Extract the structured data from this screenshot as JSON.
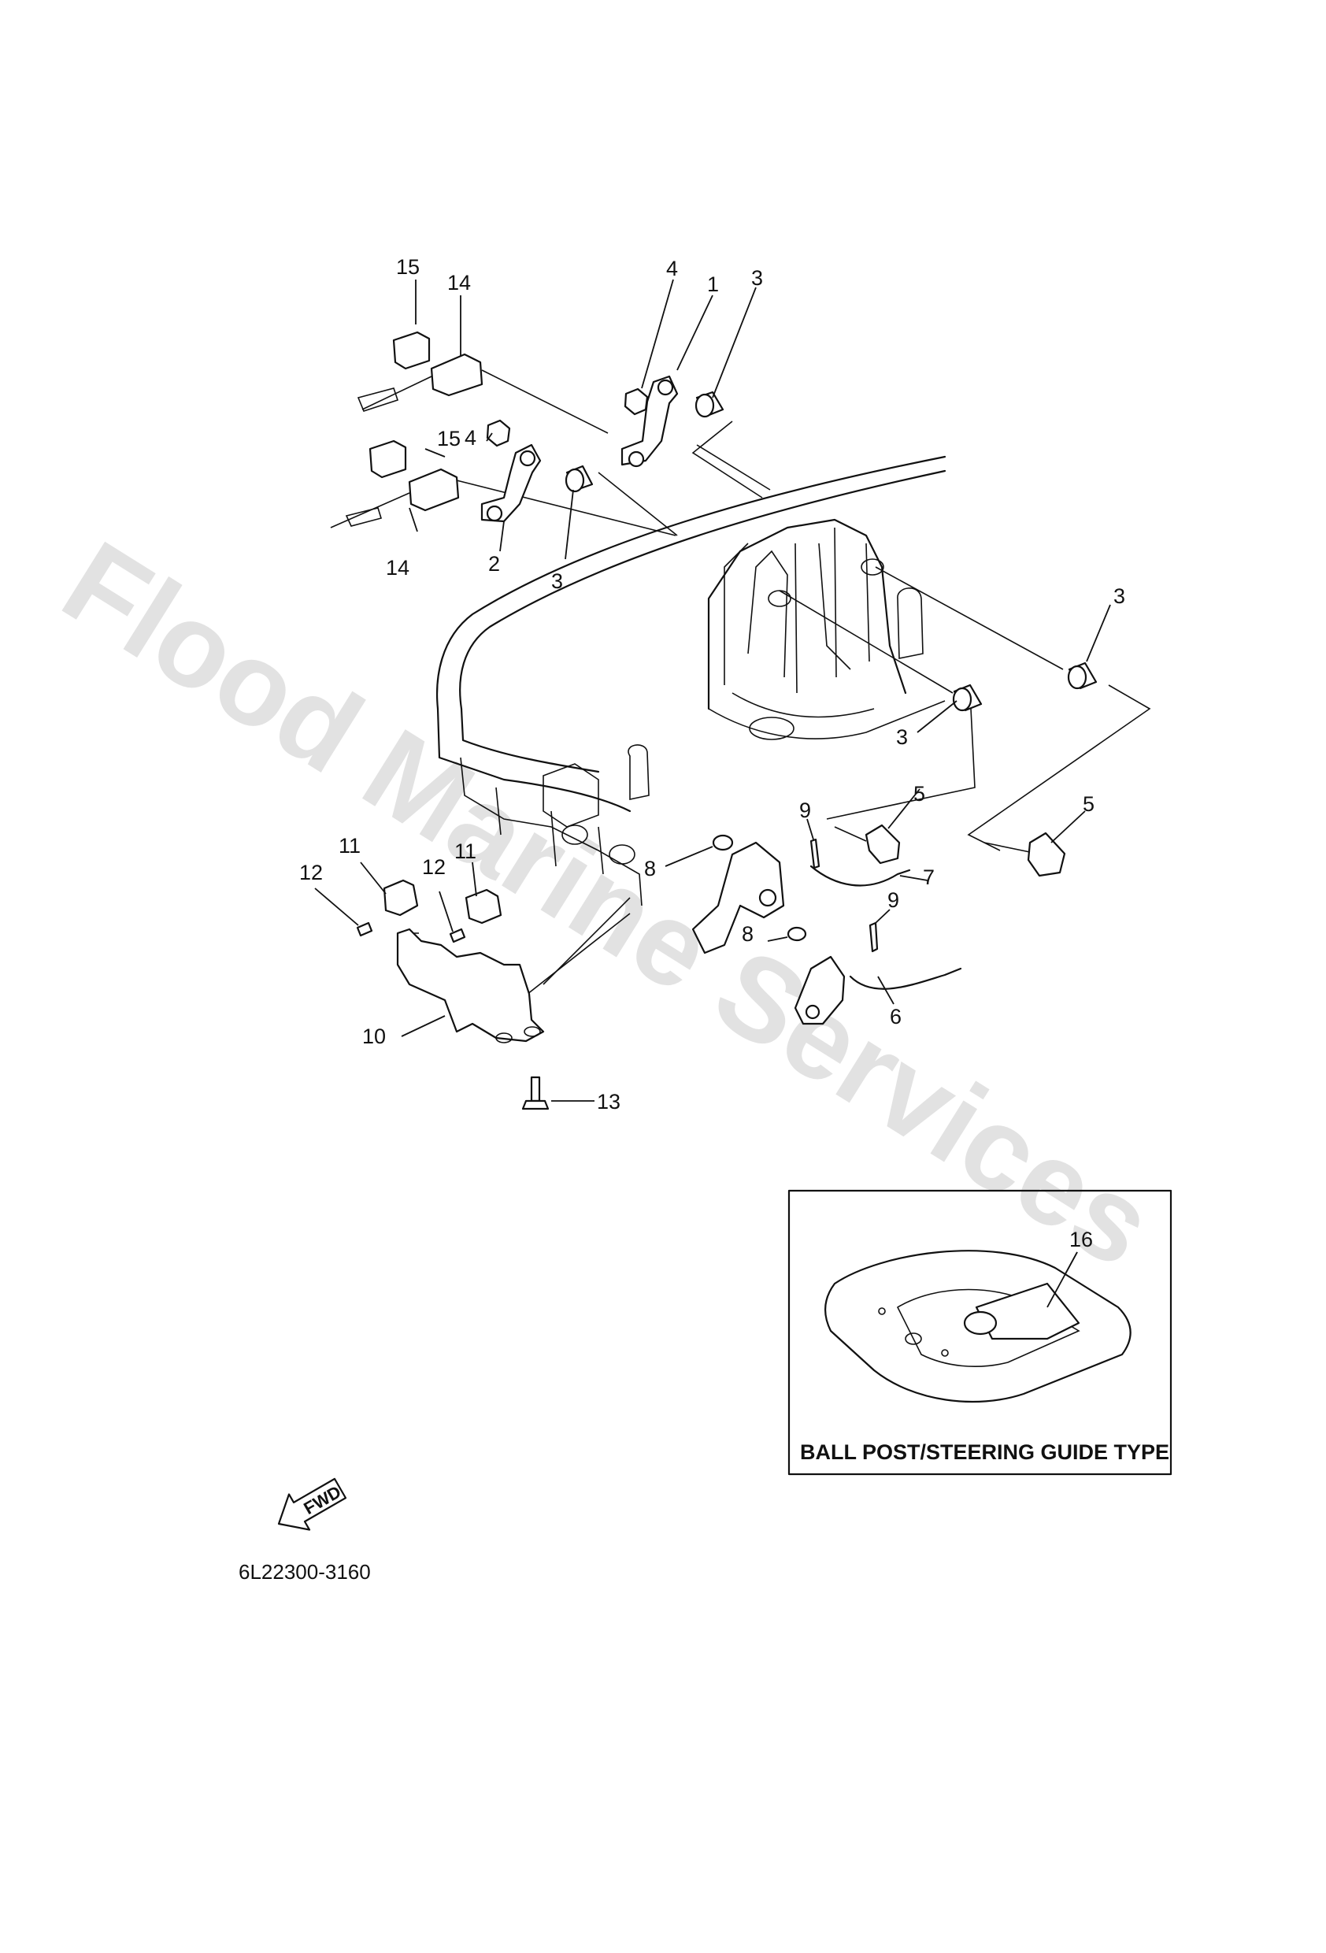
{
  "diagram": {
    "part_numbers": [
      "1",
      "2",
      "3",
      "4",
      "5",
      "6",
      "7",
      "8",
      "9",
      "10",
      "11",
      "12",
      "13",
      "14",
      "15",
      "16"
    ],
    "inset_caption": "BALL POST/STEERING GUIDE TYPE",
    "direction_label": "FWD",
    "drawing_code": "6L22300-3160",
    "watermark": "Flood Marine Services"
  }
}
